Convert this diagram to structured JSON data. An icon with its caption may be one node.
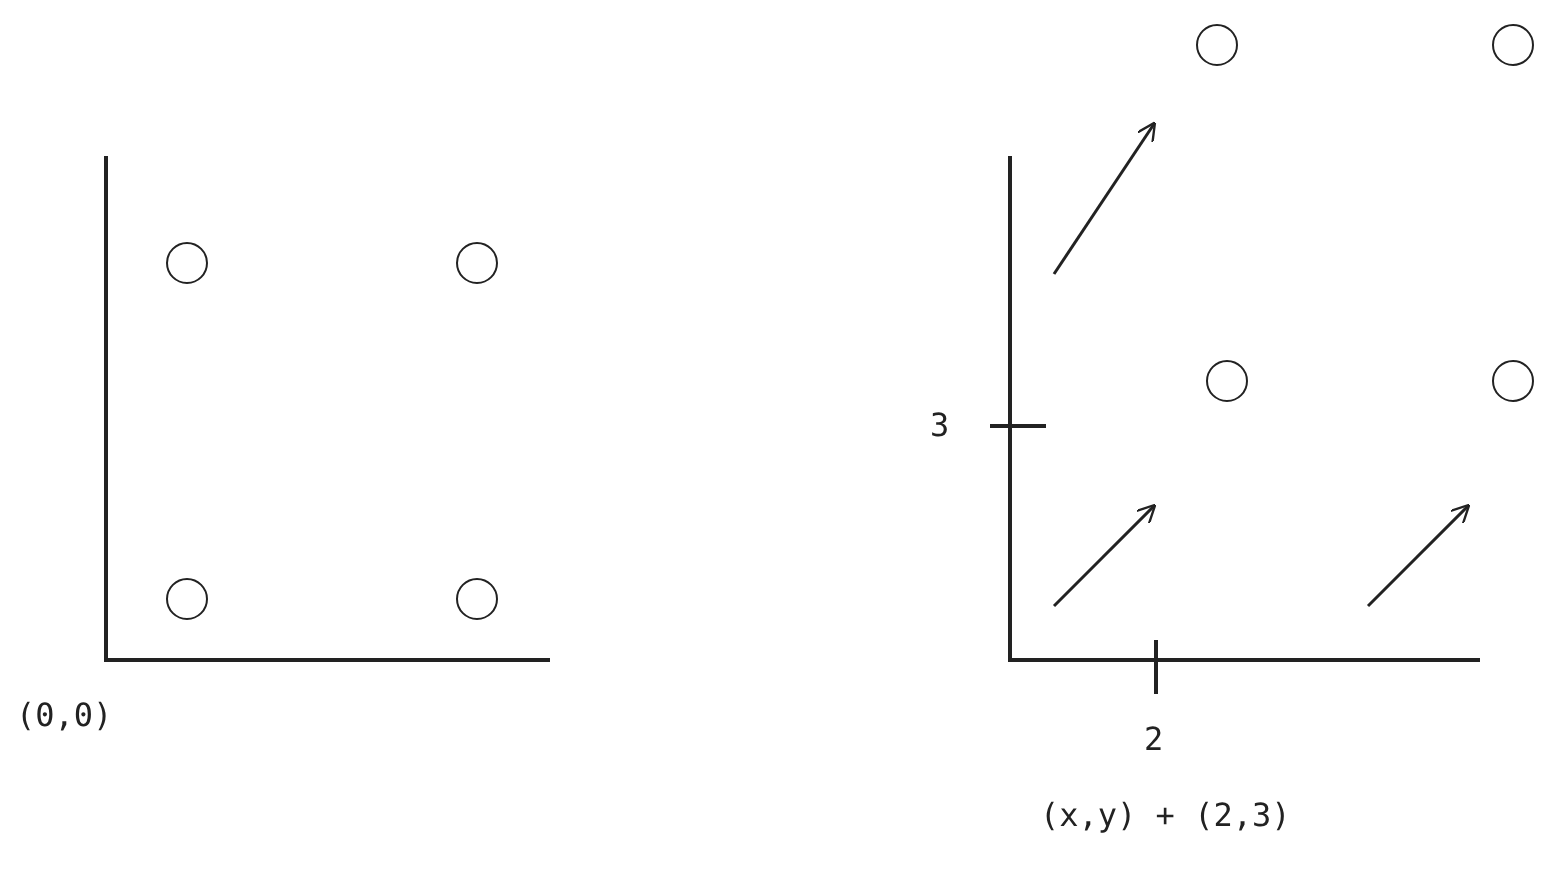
{
  "diagram": {
    "nodes": [
      {
        "text": [],
        "shape": "circle"
      },
      {
        "text": [],
        "shape": "circle"
      },
      {
        "text": [],
        "shape": "circle"
      },
      {
        "text": [],
        "shape": "circle"
      },
      {
        "text": [],
        "shape": "circle"
      },
      {
        "text": [],
        "shape": "circle"
      },
      {
        "text": [],
        "shape": "circle"
      },
      {
        "text": [],
        "shape": "circle"
      }
    ],
    "edges": [],
    "labels": [
      "(0,0)",
      "3",
      "2",
      "(x,y) + (2,3)"
    ]
  }
}
